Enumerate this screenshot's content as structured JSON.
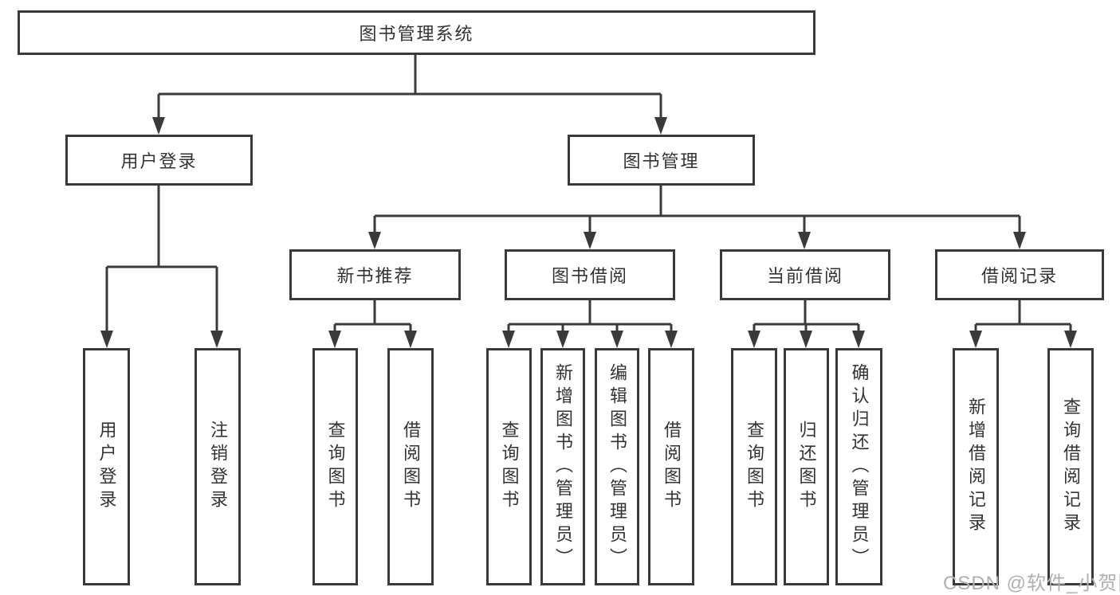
{
  "diagram": {
    "title_node": {
      "label": "图书管理系统"
    },
    "level1": [
      {
        "id": "user-login",
        "label": "用户登录"
      },
      {
        "id": "book-management",
        "label": "图书管理"
      }
    ],
    "level2": [
      {
        "id": "new-book-recommend",
        "label": "新书推荐",
        "parent": "图书管理"
      },
      {
        "id": "book-borrow",
        "label": "图书借阅",
        "parent": "图书管理"
      },
      {
        "id": "current-borrow",
        "label": "当前借阅",
        "parent": "图书管理"
      },
      {
        "id": "borrow-records",
        "label": "借阅记录",
        "parent": "图书管理"
      }
    ],
    "leaves": [
      {
        "id": "user-login-leaf",
        "label": "用户登录",
        "parent": "用户登录"
      },
      {
        "id": "logout-leaf",
        "label": "注销登录",
        "parent": "用户登录"
      },
      {
        "id": "query-books-recommend",
        "label": "查询图书",
        "parent": "新书推荐"
      },
      {
        "id": "borrow-books-recommend",
        "label": "借阅图书",
        "parent": "新书推荐"
      },
      {
        "id": "query-books-borrow",
        "label": "查询图书",
        "parent": "图书借阅"
      },
      {
        "id": "add-books-admin",
        "label": "新增图书（管理员）",
        "parent": "图书借阅"
      },
      {
        "id": "edit-books-admin",
        "label": "编辑图书（管理员）",
        "parent": "图书借阅"
      },
      {
        "id": "borrow-books-borrow",
        "label": "借阅图书",
        "parent": "图书借阅"
      },
      {
        "id": "query-books-current",
        "label": "查询图书",
        "parent": "当前借阅"
      },
      {
        "id": "return-books",
        "label": "归还图书",
        "parent": "当前借阅"
      },
      {
        "id": "confirm-return-admin",
        "label": "确认归还（管理员）",
        "parent": "当前借阅"
      },
      {
        "id": "add-borrow-record",
        "label": "新增借阅记录",
        "parent": "借阅记录"
      },
      {
        "id": "query-borrow-record",
        "label": "查询借阅记录",
        "parent": "借阅记录"
      }
    ]
  },
  "watermark": {
    "text": "CSDN @软件_小贺同学"
  },
  "colors": {
    "line": "#3a3a3a",
    "text": "#333333",
    "watermark": "#b0b0b0",
    "background": "#ffffff"
  }
}
